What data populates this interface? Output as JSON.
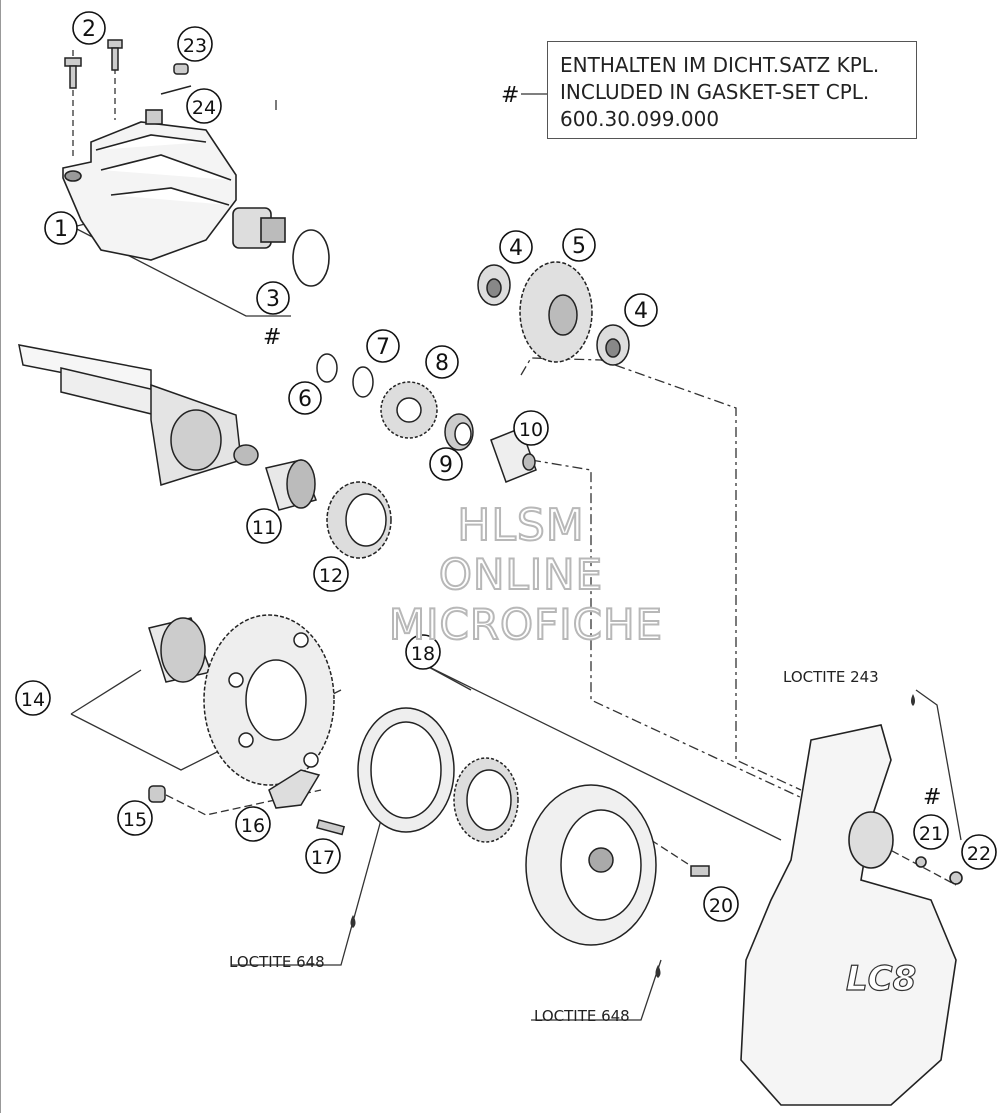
{
  "note": {
    "symbol": "#",
    "lines": [
      "ENTHALTEN IM DICHT.SATZ KPL.",
      "INCLUDED IN GASKET-SET CPL.",
      "600.30.099.000"
    ]
  },
  "watermark": {
    "line1": "HLSM",
    "line2": "ONLINE",
    "line3": "MICROFICHE"
  },
  "loctite": {
    "label_243": "LOCTITE 243",
    "label_648_left": "LOCTITE 648",
    "label_648_right": "LOCTITE 648"
  },
  "hash_marks": [
    "#",
    "#"
  ],
  "cover_logo": "LC8",
  "callouts": [
    "1",
    "2",
    "3",
    "4",
    "4",
    "5",
    "6",
    "7",
    "8",
    "9",
    "10",
    "11",
    "12",
    "14",
    "15",
    "16",
    "17",
    "18",
    "20",
    "21",
    "22",
    "23",
    "24"
  ]
}
